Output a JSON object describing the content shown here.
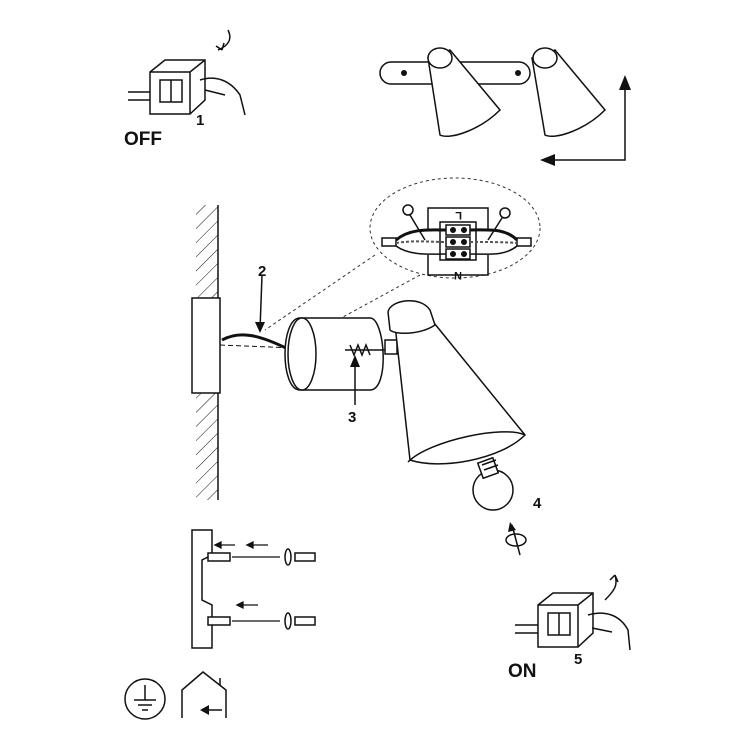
{
  "steps": {
    "off_label": "OFF",
    "step1": "1",
    "step2": "2",
    "step3": "3",
    "step4": "4",
    "step5": "5",
    "on_label": "ON"
  },
  "terminal": {
    "live": "L",
    "neutral": "N"
  },
  "icons": [
    "switch-off-icon",
    "two-spot-fixture-icon",
    "rotation-arrows-icon",
    "wall-mount-icon",
    "terminal-block-icon",
    "bulb-icon",
    "rotate-arrow-icon",
    "wall-plug-icon",
    "ground-icon",
    "indoor-use-icon",
    "switch-on-icon"
  ]
}
